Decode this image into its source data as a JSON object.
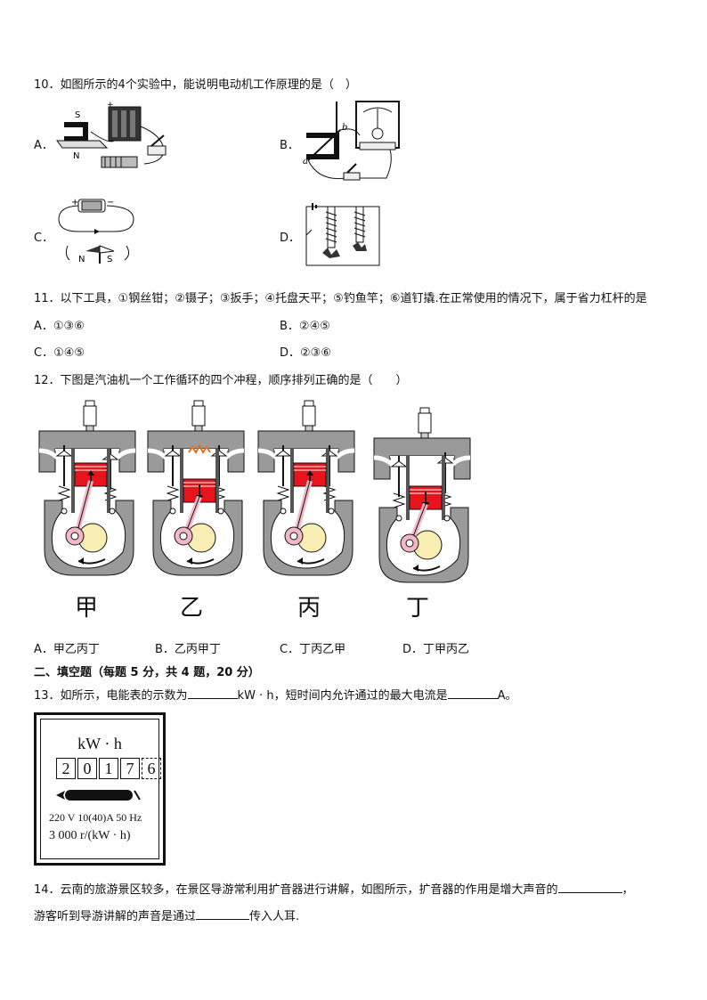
{
  "q10": {
    "text": "10．如图所示的4个实验中，能说明电动机工作原理的是（　）",
    "opt_a": "A．",
    "opt_b": "B．",
    "opt_c": "C．",
    "opt_d": "D．",
    "fig_a_labels": {
      "s": "S",
      "n": "N"
    },
    "fig_b_labels": {
      "b": "b",
      "a": "a"
    },
    "fig_c_labels": {
      "plus": "+",
      "minus": "−",
      "n": "N",
      "s": "S"
    }
  },
  "q11": {
    "text": "11．以下工具，①钢丝钳；②镊子；③扳手；④托盘天平；⑤钓鱼竿；⑥道钉撬.在正常使用的情况下，属于省力杠杆的是",
    "opt_a": "A．①③⑥",
    "opt_b": "B．②④⑤",
    "opt_c": "C．①④⑤",
    "opt_d": "D．②③⑥"
  },
  "q12": {
    "text": "12．下图是汽油机一个工作循环的四个冲程，顺序排列正确的是（　　）",
    "labels": [
      "甲",
      "乙",
      "丙",
      "丁"
    ],
    "opt_a": "A．甲乙丙丁",
    "opt_b": "B．乙丙甲丁",
    "opt_c": "C．丁丙乙甲",
    "opt_d": "D．丁甲丙乙"
  },
  "section2": {
    "title": "二、填空题（每题 5 分，共 4 题，20 分）"
  },
  "q13": {
    "text_a": "13．如所示，电能表的示数为",
    "text_b": "kW · h，短时间内允许通过的最大电流是",
    "text_c": "A。",
    "meter": {
      "unit": "kW · h",
      "digits": [
        "2",
        "0",
        "1",
        "7",
        "6"
      ],
      "spec1": "220 V 10(40)A 50 Hz",
      "spec2": "3 000 r/(kW · h)"
    }
  },
  "q14": {
    "line1_a": "14．云南的旅游景区较多，在景区导游常利用扩音器进行讲解，如图所示，扩音器的作用是增大声音的",
    "line1_b": "，",
    "line2_a": "游客听到导游讲解的声音是通过",
    "line2_b": "传入人耳."
  },
  "colors": {
    "piston_red": "#e8141c",
    "engine_gray": "#9a9a9a",
    "rod_pink": "#f2b8c8",
    "flywheel_yellow": "#f8eeb4"
  }
}
